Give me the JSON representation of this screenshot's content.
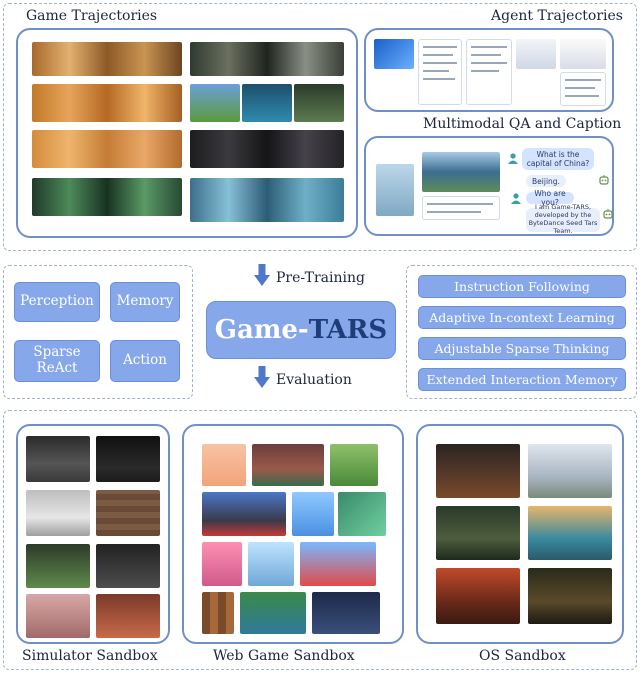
{
  "top": {
    "game_trajectories_label": "Game Trajectories",
    "agent_trajectories_label": "Agent Trajectories",
    "multimodal_label": "Multimodal QA and Caption"
  },
  "middle": {
    "left_items": [
      "Perception",
      "Memory",
      "Sparse\nReAct",
      "Action"
    ],
    "pretraining_label": "Pre-Training",
    "evaluation_label": "Evaluation",
    "title_part1": "Game-",
    "title_part2": "TARS",
    "right_items": [
      "Instruction Following",
      "Adaptive In-context Learning",
      "Adjustable Sparse Thinking",
      "Extended Interaction Memory"
    ]
  },
  "chat": {
    "q1": "What is the capital of China?",
    "a1": "Beijing.",
    "q2": "Who are you?",
    "a2": "I am Game-TARS, developed by the ByteDance Seed Tars Team."
  },
  "bottom": {
    "simulator_label": "Simulator Sandbox",
    "web_label": "Web Game Sandbox",
    "os_label": "OS Sandbox"
  },
  "colors": {
    "accent": "#86a7ea",
    "border": "#6f8fc8",
    "dashed": "#9fb2d3",
    "title_dark": "#1e3c78"
  }
}
